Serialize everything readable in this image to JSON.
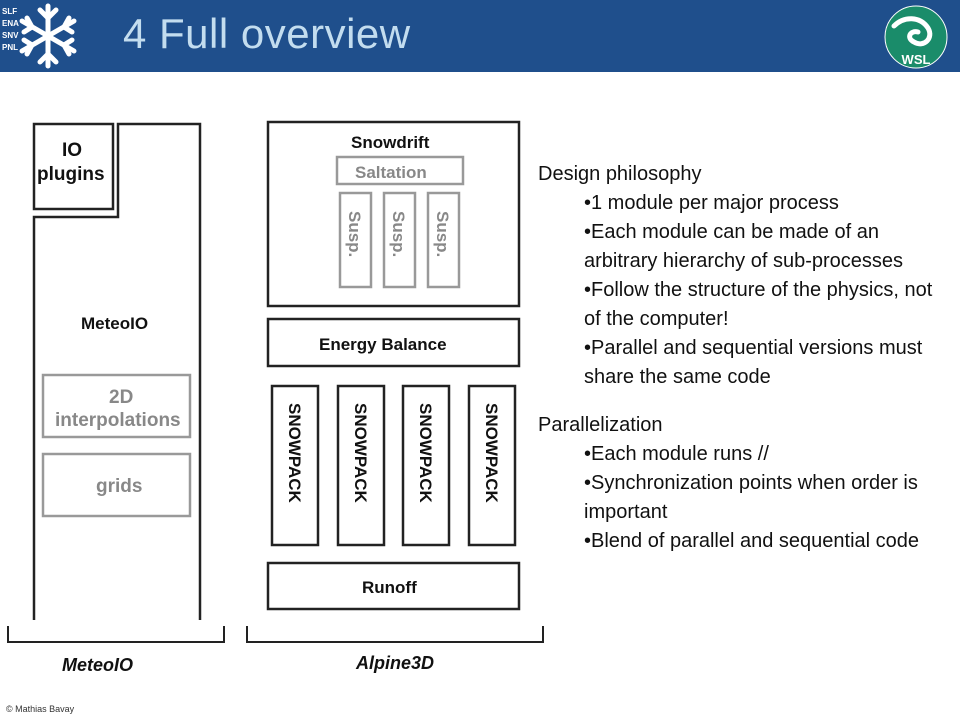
{
  "header": {
    "title": "4 Full overview",
    "institute_abbrev": [
      "SLF",
      "ENA",
      "SNV",
      "PNL"
    ],
    "logo_text": "WSL",
    "bg_color": "#1f4f8c",
    "title_color": "#c3ddef"
  },
  "diagram": {
    "io_plugins": [
      "IO",
      "plugins"
    ],
    "meteoio": "MeteoIO",
    "interpolations": [
      "2D",
      "interpolations"
    ],
    "grids": "grids",
    "snowdrift": "Snowdrift",
    "saltation": "Saltation",
    "susp": [
      "Susp.",
      "Susp.",
      "Susp."
    ],
    "energy_balance": "Energy Balance",
    "snowpack": [
      "SNOWPACK",
      "SNOWPACK",
      "SNOWPACK",
      "SNOWPACK"
    ],
    "runoff": "Runoff",
    "bracket_meteoio": "MeteoIO",
    "bracket_alpine3d": "Alpine3D"
  },
  "text": {
    "design_heading": "Design philosophy",
    "design_bullets": [
      "•1 module per major process",
      "•Each module can be made of an arbitrary hierarchy of sub-processes",
      "•Follow the structure of the physics, not of the computer!",
      "•Parallel and sequential versions must share the same code"
    ],
    "parallel_heading": "Parallelization",
    "parallel_bullets": [
      "•Each module runs //",
      "•Synchronization points when order is important",
      "•Blend of parallel and sequential code"
    ]
  },
  "footer": {
    "copyright": "© Mathias Bavay"
  }
}
